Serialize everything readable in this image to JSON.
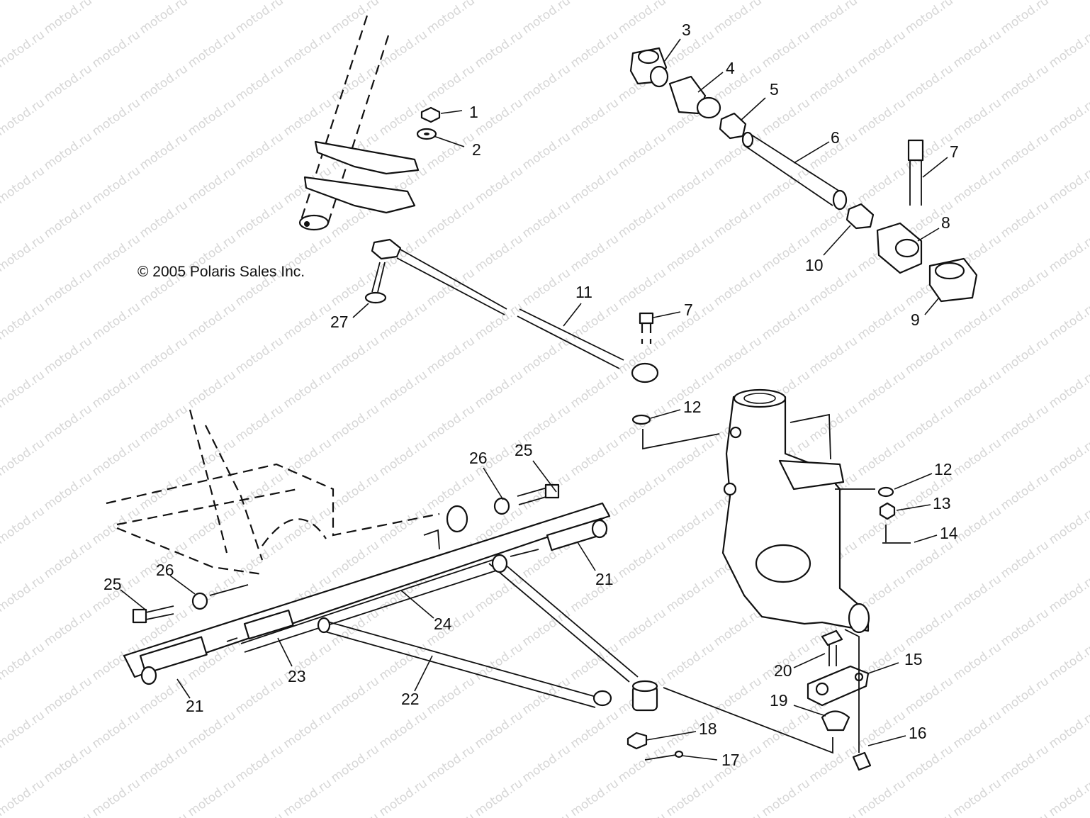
{
  "copyright": "© 2005 Polaris Sales Inc.",
  "watermark": "motod.ru",
  "callouts": [
    "1",
    "2",
    "3",
    "4",
    "5",
    "6",
    "7",
    "8",
    "9",
    "10",
    "11",
    "7",
    "12",
    "12",
    "13",
    "14",
    "25",
    "26",
    "21",
    "25",
    "26",
    "24",
    "23",
    "21",
    "22",
    "20",
    "15",
    "19",
    "18",
    "16",
    "17",
    "27"
  ]
}
